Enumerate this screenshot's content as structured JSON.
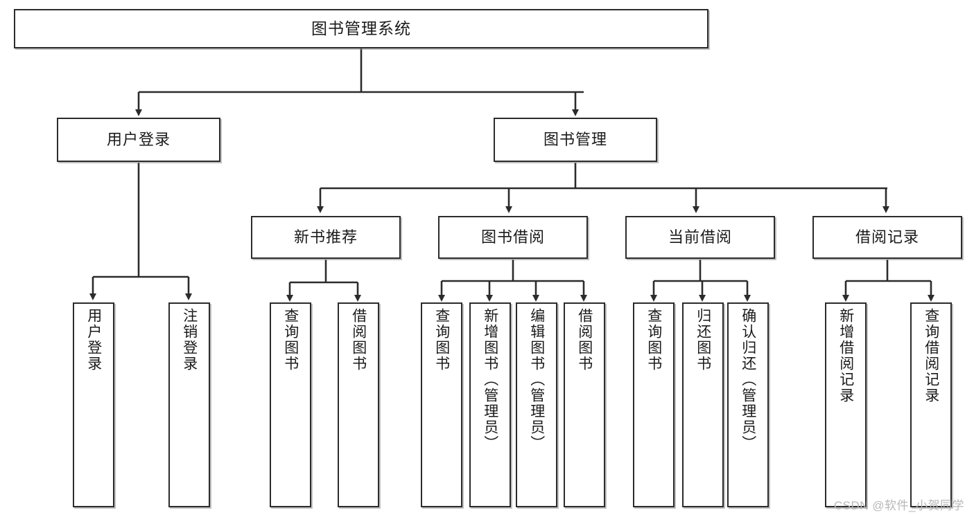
{
  "diagram": {
    "title": "图书管理系统",
    "type": "tree",
    "watermark": "CSDN @软件_小贺同学",
    "colors": {
      "box_stroke": "#2b2b2b",
      "box_fill": "#ffffff",
      "connector": "#2b2b2b",
      "text": "#1a1a1a",
      "watermark": "#b7b7b7"
    },
    "nodes": {
      "root": {
        "label": "图书管理系统"
      },
      "level2": [
        {
          "label": "用户登录"
        },
        {
          "label": "图书管理"
        }
      ],
      "level3": [
        {
          "label": "新书推荐"
        },
        {
          "label": "图书借阅"
        },
        {
          "label": "当前借阅"
        },
        {
          "label": "借阅记录"
        }
      ],
      "leaves_user_login": [
        {
          "label": "用户登录"
        },
        {
          "label": "注销登录"
        }
      ],
      "leaves_new_book": [
        {
          "label": "查询图书"
        },
        {
          "label": "借阅图书"
        }
      ],
      "leaves_borrow": [
        {
          "label": "查询图书"
        },
        {
          "label": "新增图书（管理员）"
        },
        {
          "label": "编辑图书（管理员）"
        },
        {
          "label": "借阅图书"
        }
      ],
      "leaves_current": [
        {
          "label": "查询图书"
        },
        {
          "label": "归还图书"
        },
        {
          "label": "确认归还（管理员）"
        }
      ],
      "leaves_records": [
        {
          "label": "新增借阅记录"
        },
        {
          "label": "查询借阅记录"
        }
      ]
    }
  }
}
